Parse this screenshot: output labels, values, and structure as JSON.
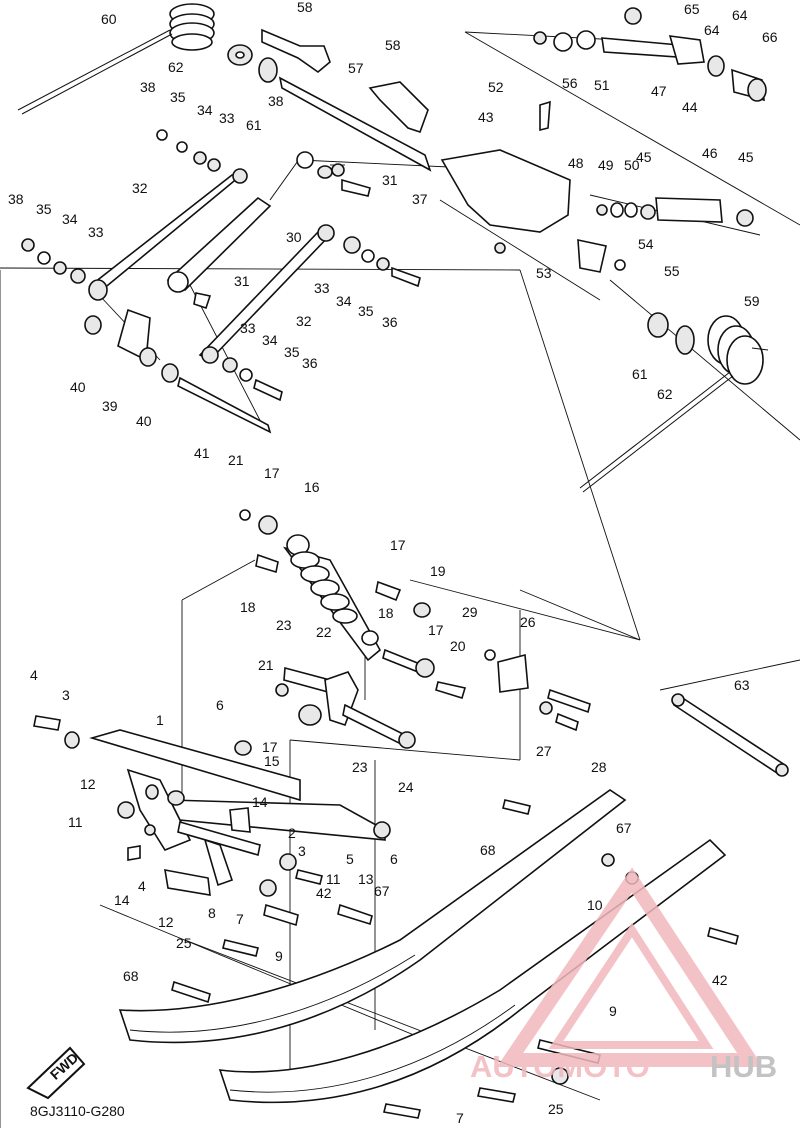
{
  "diagram": {
    "code": "8GJ3110-G280",
    "fwd_label": "FWD",
    "watermark": {
      "part1": "AUTOMOTO",
      "part2": "HUB",
      "color1": "#f2b8bd",
      "color2": "#b9b9b9"
    },
    "labels": [
      "60",
      "58",
      "65",
      "64",
      "64",
      "66",
      "62",
      "58",
      "57",
      "56",
      "51",
      "47",
      "38",
      "35",
      "34",
      "33",
      "61",
      "38",
      "52",
      "43",
      "44",
      "31",
      "48",
      "49",
      "50",
      "45",
      "46",
      "45",
      "37",
      "38",
      "35",
      "34",
      "33",
      "32",
      "30",
      "54",
      "55",
      "53",
      "31",
      "33",
      "34",
      "35",
      "36",
      "32",
      "59",
      "33",
      "34",
      "35",
      "36",
      "40",
      "39",
      "40",
      "41",
      "61",
      "62",
      "21",
      "17",
      "16",
      "17",
      "19",
      "18",
      "17",
      "29",
      "26",
      "18",
      "20",
      "23",
      "22",
      "21",
      "4",
      "3",
      "6",
      "17",
      "27",
      "28",
      "1",
      "23",
      "24",
      "63",
      "15",
      "12",
      "14",
      "11",
      "2",
      "3",
      "5",
      "6",
      "68",
      "67",
      "13",
      "14",
      "4",
      "11",
      "42",
      "67",
      "10",
      "12",
      "8",
      "7",
      "25",
      "9",
      "68",
      "42",
      "9",
      "7",
      "25"
    ]
  }
}
